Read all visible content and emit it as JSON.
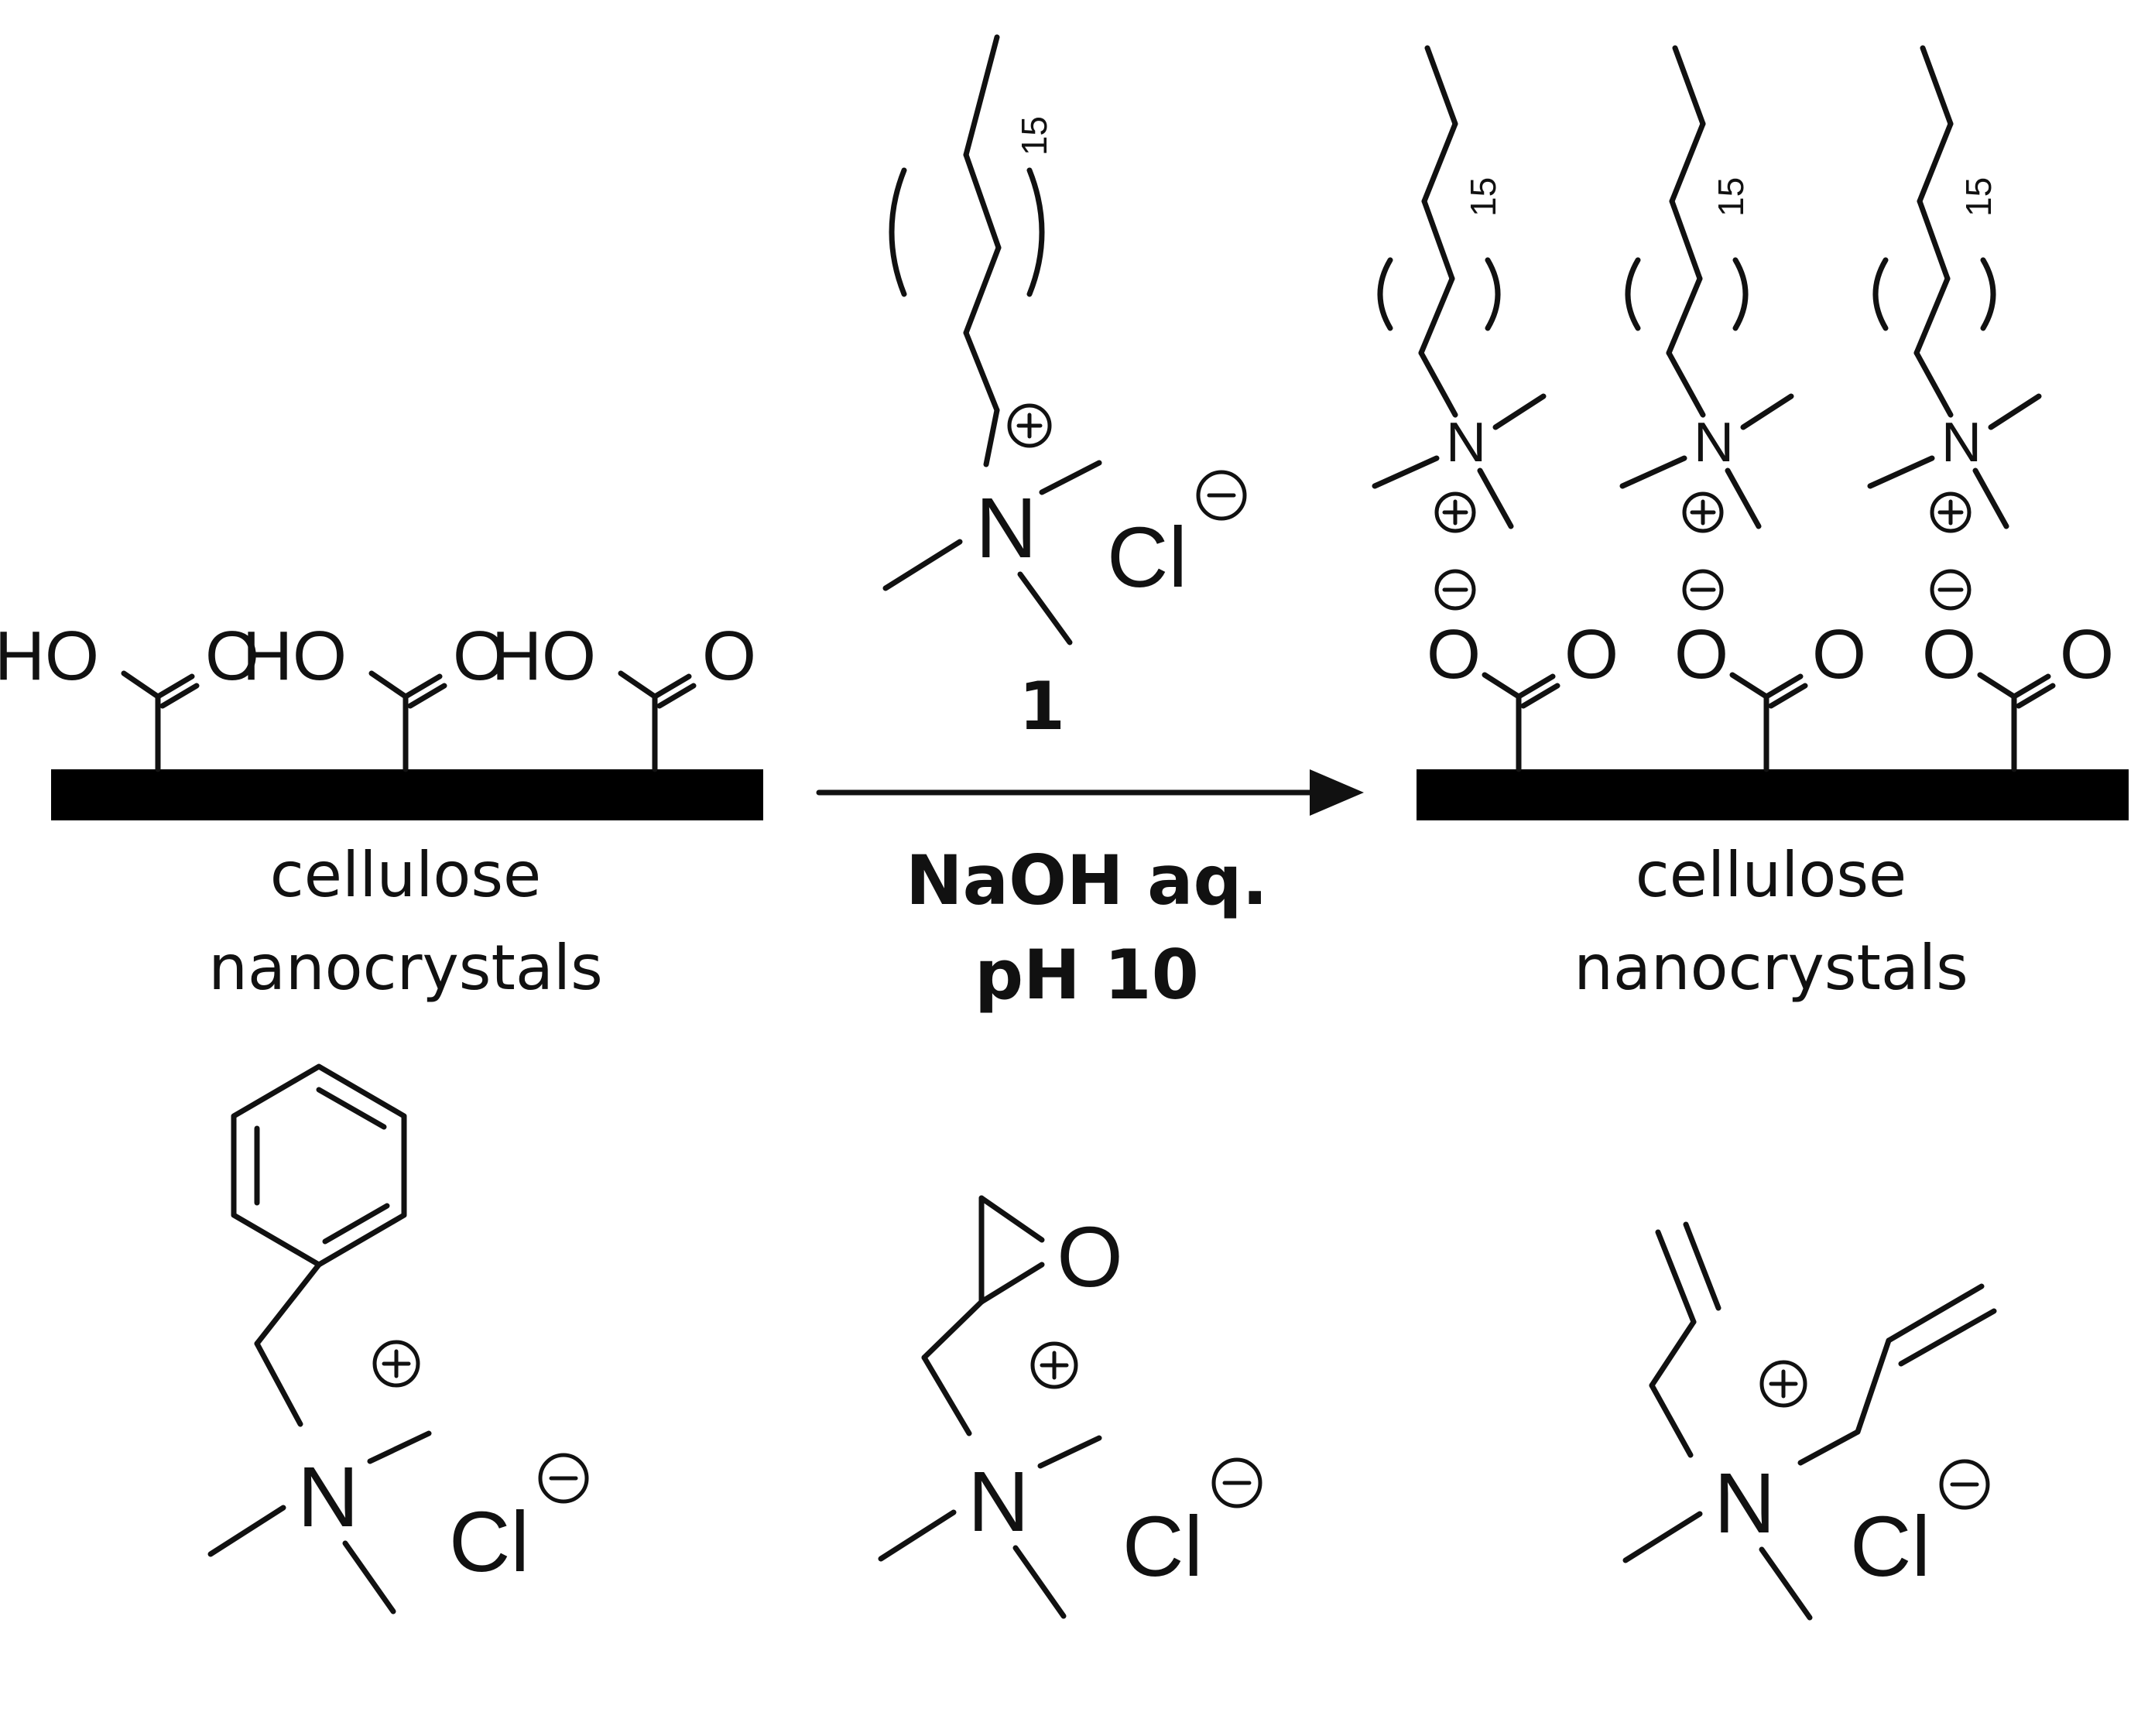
{
  "labels": {
    "caption_left_line1": "cellulose",
    "caption_left_line2": "nanocrystals",
    "caption_right_line1": "cellulose",
    "caption_right_line2": "nanocrystals",
    "condition_line1": "NaOH aq.",
    "condition_line2": "pH 10",
    "compound_number": "1"
  },
  "atoms": {
    "hydroxyl": "HO",
    "oxygen": "O",
    "nitrogen": "N",
    "chloride": "Cl",
    "repeat_count": "15"
  }
}
